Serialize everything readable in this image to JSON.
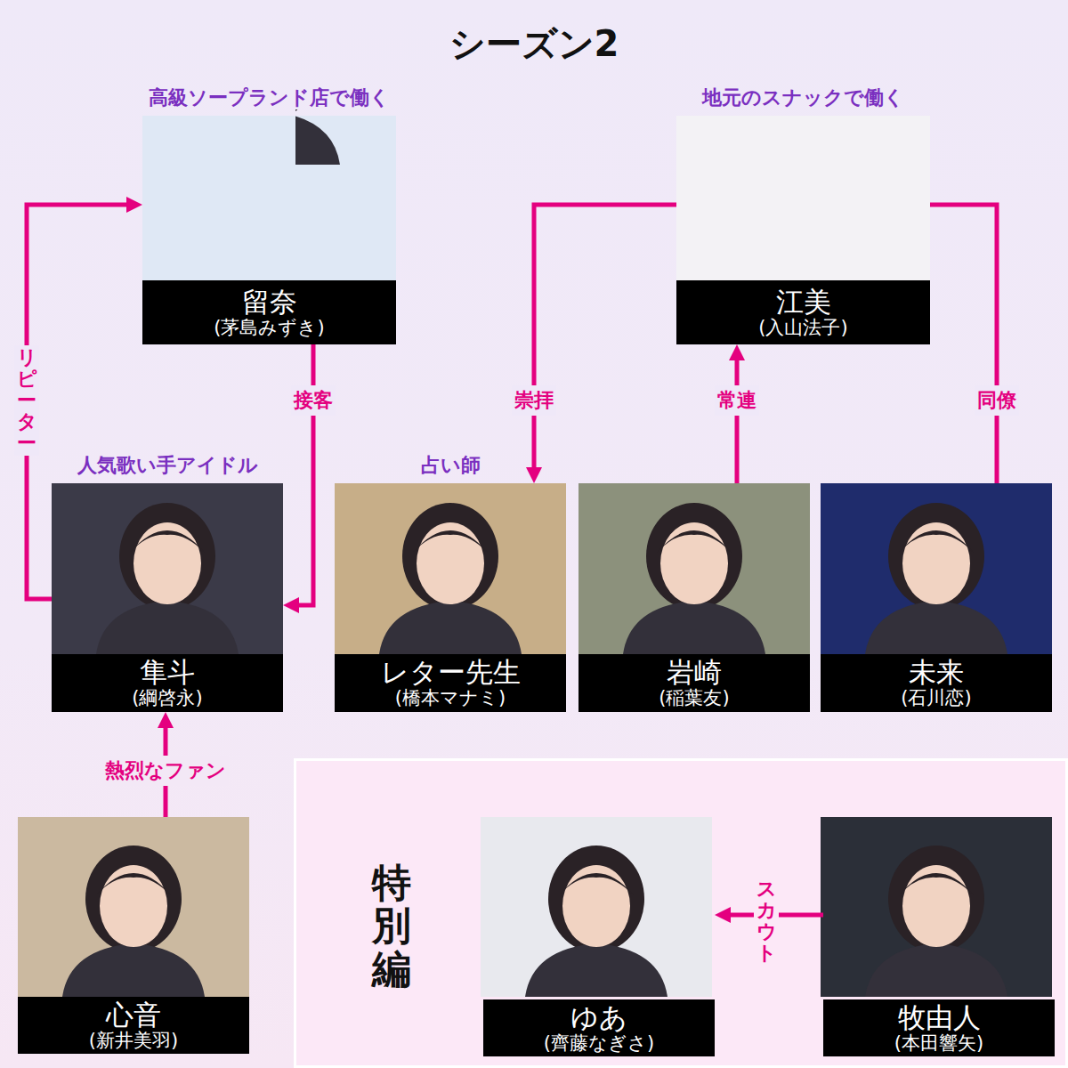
{
  "diagram": {
    "title": "シーズン2",
    "nodes": [
      {
        "text": [
          "高級ソープランド店で働く",
          "留奈",
          "(茅島みずき)"
        ]
      },
      {
        "text": [
          "地元のスナックで働く",
          "江美",
          "(入山法子)"
        ]
      },
      {
        "text": [
          "人気歌い手アイドル",
          "隼斗",
          "(綱啓永)"
        ]
      },
      {
        "text": [
          "占い師",
          "レター先生",
          "(橋本マナミ)"
        ]
      },
      {
        "text": [
          "岩崎",
          "(稲葉友)"
        ]
      },
      {
        "text": [
          "未来",
          "(石川恋)"
        ]
      },
      {
        "text": [
          "心音",
          "(新井美羽)"
        ]
      },
      {
        "text": [
          "特別編"
        ]
      },
      {
        "text": [
          "ゆあ",
          "(齊藤なぎさ)"
        ],
        "in": 7
      },
      {
        "text": [
          "牧由人",
          "(本田響矢)"
        ],
        "in": 7
      }
    ],
    "edges": [
      {
        "from": 2,
        "to": 0,
        "label": "リピーター",
        "arrow": "to"
      },
      {
        "from": 0,
        "to": 2,
        "label": "接客",
        "arrow": "to"
      },
      {
        "from": 1,
        "to": 3,
        "label": "崇拝",
        "arrow": "to"
      },
      {
        "from": 4,
        "to": 1,
        "label": "常連",
        "arrow": "to"
      },
      {
        "from": 1,
        "to": 5,
        "label": "同僚",
        "arrow": "none"
      },
      {
        "from": 6,
        "to": 2,
        "label": "熱烈なファン",
        "arrow": "to"
      },
      {
        "from": 9,
        "to": 8,
        "label": "スカウト",
        "arrow": "to"
      }
    ]
  }
}
